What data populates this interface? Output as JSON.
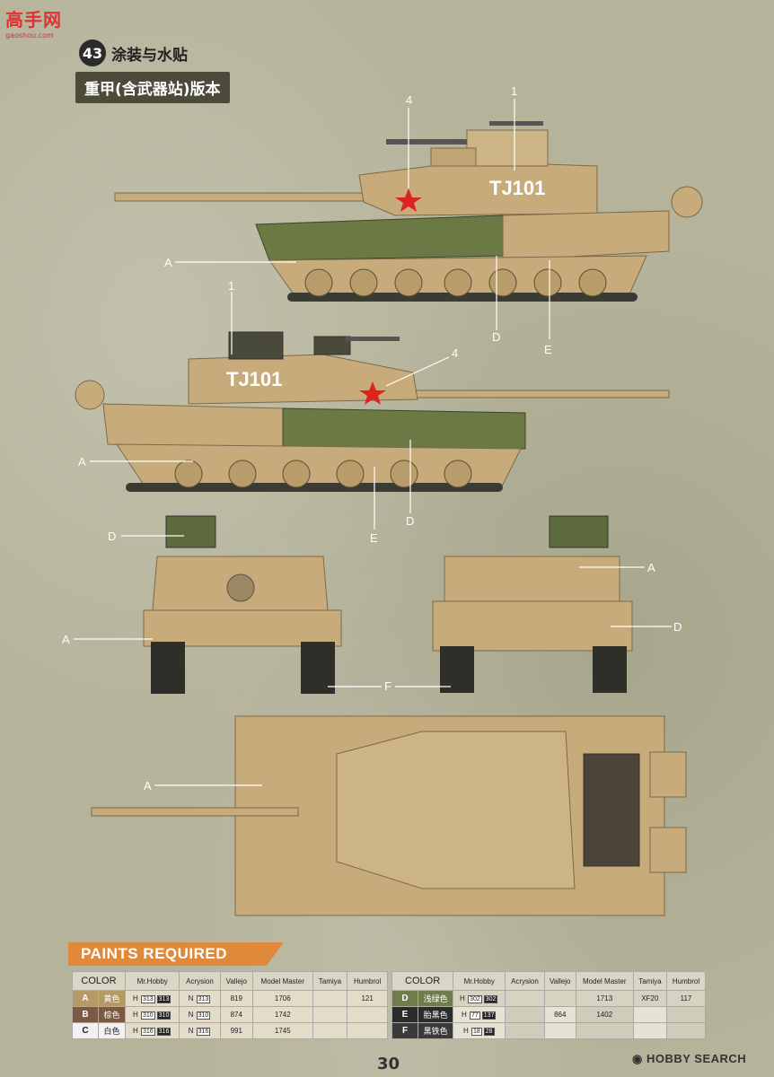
{
  "watermark": {
    "site": "高手网",
    "url": "gaoshou.com"
  },
  "step": {
    "number": "43",
    "title": "涂装与水贴"
  },
  "version_label": "重甲(含武器站)版本",
  "tank_marking": "TJ101",
  "callouts": {
    "c1": "1",
    "c4": "4",
    "A": "A",
    "D": "D",
    "E": "E",
    "F": "F"
  },
  "paints": {
    "heading": "PAINTS REQUIRED",
    "columns": [
      "COLOR",
      "Mr.Hobby",
      "Acrysion",
      "Vallejo",
      "Model Master",
      "Tamiya",
      "Humbrol"
    ],
    "left": [
      {
        "key": "A",
        "name": "黄色",
        "mrhobby": [
          "H",
          "313",
          "313"
        ],
        "acrysion": [
          "N",
          "313"
        ],
        "vallejo": "819",
        "modelmaster": "1706",
        "tamiya": "",
        "humbrol": "121",
        "color": "#b49a64"
      },
      {
        "key": "B",
        "name": "棕色",
        "mrhobby": [
          "H",
          "310",
          "310"
        ],
        "acrysion": [
          "N",
          "310"
        ],
        "vallejo": "874",
        "modelmaster": "1742",
        "tamiya": "",
        "humbrol": "",
        "color": "#7a5a42"
      },
      {
        "key": "C",
        "name": "白色",
        "mrhobby": [
          "H",
          "316",
          "316"
        ],
        "acrysion": [
          "N",
          "316"
        ],
        "vallejo": "991",
        "modelmaster": "1745",
        "tamiya": "",
        "humbrol": "",
        "color": "#f2f2f2"
      }
    ],
    "right": [
      {
        "key": "D",
        "name": "浅绿色",
        "mrhobby": [
          "H",
          "302",
          "302"
        ],
        "acrysion": "",
        "vallejo": "",
        "modelmaster": "1713",
        "tamiya": "XF20",
        "humbrol": "117",
        "color": "#6f7d4c"
      },
      {
        "key": "E",
        "name": "胎黑色",
        "mrhobby": [
          "H",
          "77",
          "137"
        ],
        "acrysion": "",
        "vallejo": "864",
        "modelmaster": "1402",
        "tamiya": "",
        "humbrol": "",
        "color": "#2b2b2b"
      },
      {
        "key": "F",
        "name": "黑铁色",
        "mrhobby": [
          "H",
          "18",
          "28"
        ],
        "acrysion": "",
        "vallejo": "",
        "modelmaster": "",
        "tamiya": "",
        "humbrol": "",
        "color": "#3a3a3a"
      }
    ]
  },
  "page_number": "30",
  "footer_brand": "HOBBY SEARCH",
  "colors": {
    "sand": "#c8ab7a",
    "green": "#6b7a45",
    "track": "#3b3b33",
    "page_bg": "#b5b39a"
  }
}
